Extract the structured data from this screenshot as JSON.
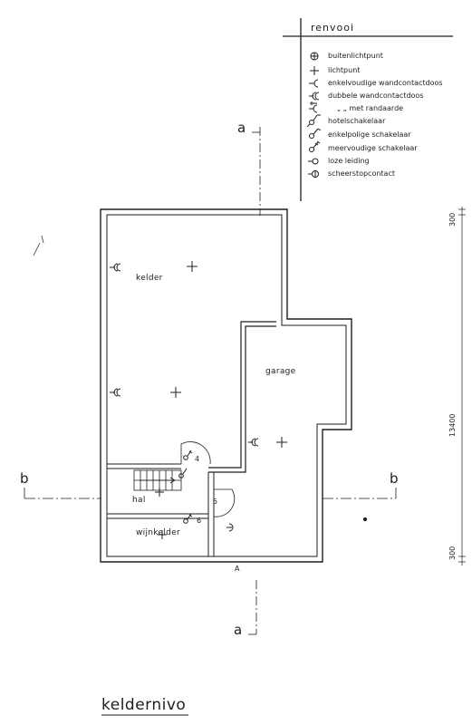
{
  "legend": {
    "title": "renvooi",
    "items": [
      {
        "symbol": "buitenlichtpunt-icon",
        "label": "buitenlichtpunt"
      },
      {
        "symbol": "lichtpunt-icon",
        "label": "lichtpunt"
      },
      {
        "symbol": "wandcontactdoos-icon",
        "label": "enkelvoudige wandcontactdoos"
      },
      {
        "symbol": "dubbele-wandcontactdoos-icon",
        "label": "dubbele  wandcontactdoos"
      },
      {
        "symbol": "randaarde-icon",
        "label": "„           „    met randaarde"
      },
      {
        "symbol": "hotelschakelaar-icon",
        "label": "hotelschakelaar"
      },
      {
        "symbol": "enkelpolige-schakelaar-icon",
        "label": "enkelpolige schakelaar"
      },
      {
        "symbol": "meervoudige-schakelaar-icon",
        "label": "meervoudige schakelaar"
      },
      {
        "symbol": "loze-leiding-icon",
        "label": "loze leiding"
      },
      {
        "symbol": "scheerstopcontact-icon",
        "label": "scheerstopcontact"
      }
    ]
  },
  "rooms": {
    "kelder": "kelder",
    "garage": "garage",
    "hal": "hal",
    "wijnkelder": "wijnkelder"
  },
  "section_marks": {
    "a_top": "a",
    "a_bottom": "a",
    "b_left": "b",
    "b_right": "b"
  },
  "reference_mark": "A",
  "switch_numbers": {
    "n4": "4",
    "n5": "5",
    "n6": "6"
  },
  "dimensions": {
    "top": "300",
    "total": "13400",
    "bottom": "300"
  },
  "drawing_title": "keldernivo",
  "line_color": "#1e1e1e"
}
